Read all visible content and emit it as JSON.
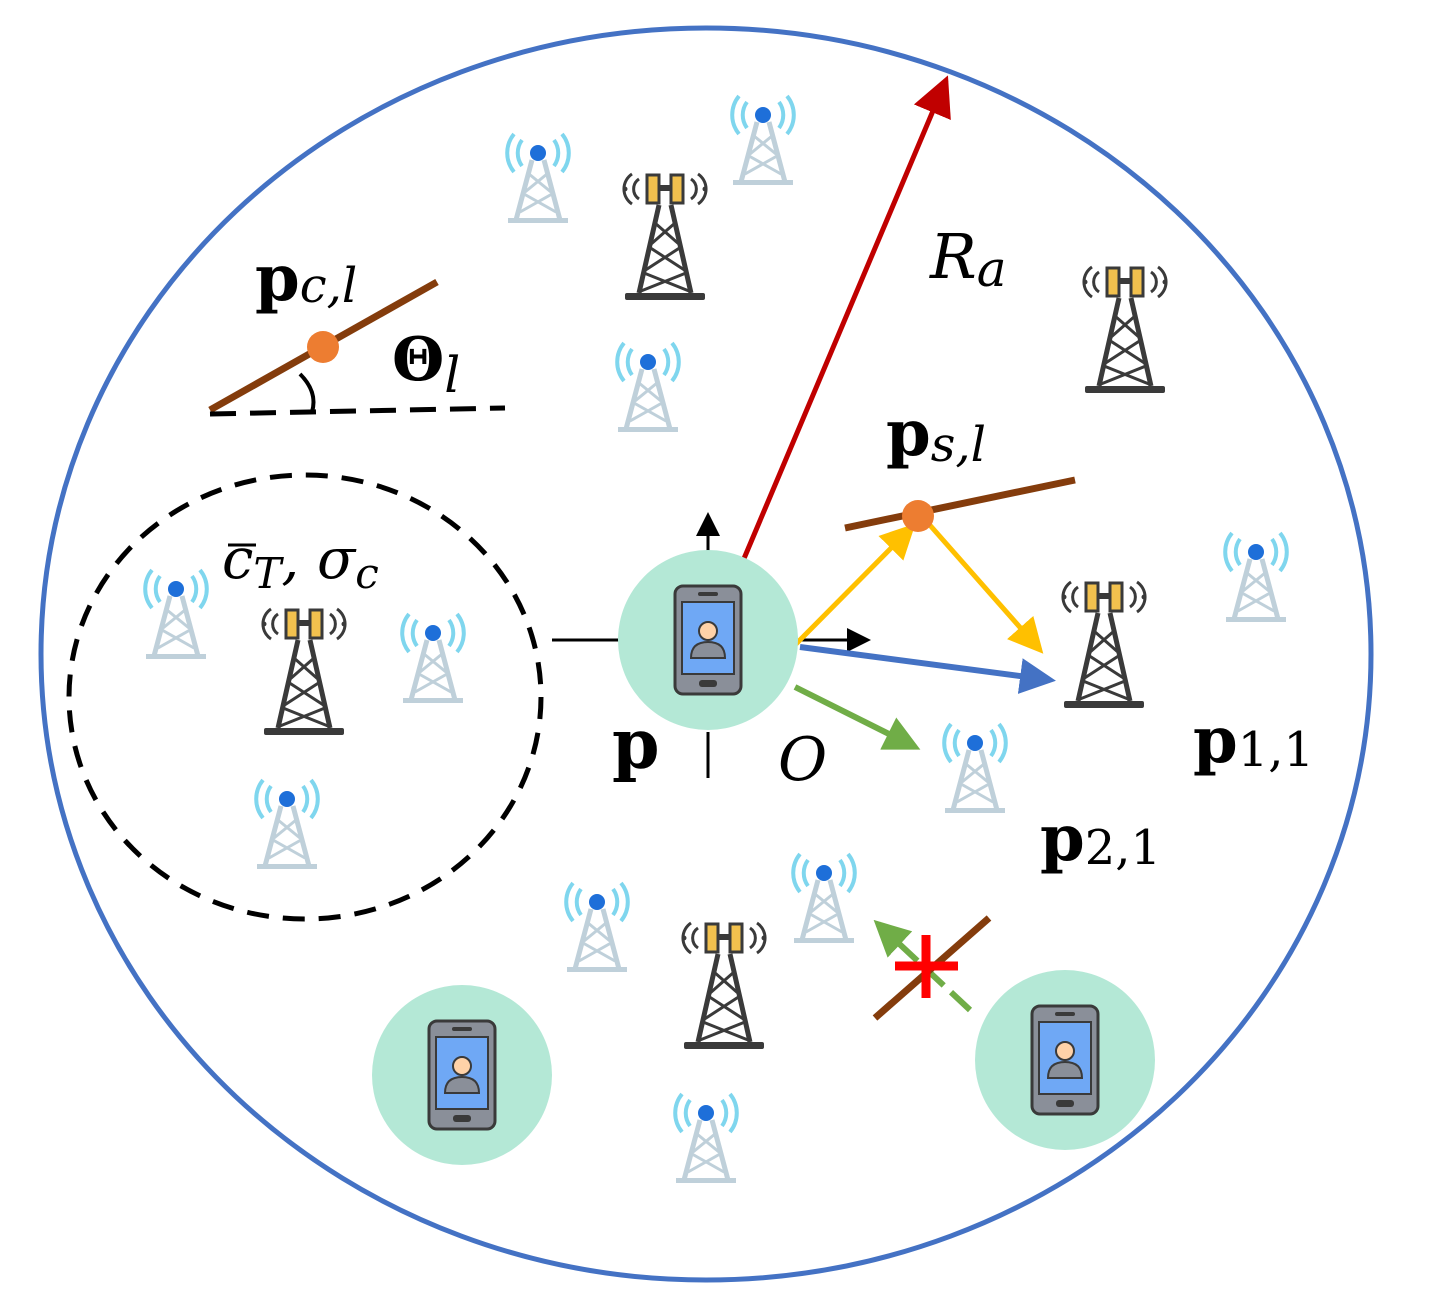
{
  "diagram": {
    "labels": {
      "radius": {
        "main": "R",
        "sub": "a"
      },
      "cluster_point": {
        "main": "p",
        "sub": "c,l"
      },
      "cluster_angle": {
        "main": "Θ",
        "sub": "l"
      },
      "scatter_point": {
        "main": "p",
        "sub": "s,l"
      },
      "cluster_stats": {
        "c": "c",
        "c_sub": "T",
        "sep": ", σ",
        "sigma_sub": "c"
      },
      "user_position": {
        "main": "p"
      },
      "origin": {
        "main": "O"
      },
      "anchor_1_1": {
        "main": "p",
        "sub": "1,1"
      },
      "anchor_2_1": {
        "main": "p",
        "sub": "2,1"
      }
    },
    "colors": {
      "region_circle": "#4472C4",
      "radius_arrow": "#C00000",
      "reflector": "#843C0C",
      "reflect_point": "#ED7D31",
      "nlos_path": "#FFC000",
      "los_path": "#4472C4",
      "green_path": "#70AD47",
      "blocked_mark": "#FF0000",
      "user_bubble": "#B4E8D6",
      "phone_screen": "#6FA8F5",
      "satellite_tower": "#3A3A3A",
      "light_tower": "#BFD0DA",
      "signal_wave": "#7FD6EE"
    },
    "icons": {
      "user": "smartphone-user-icon",
      "satellite_station": "satellite-antenna-tower-icon",
      "base_station": "radio-tower-icon",
      "blocked": "red-cross-icon"
    }
  }
}
